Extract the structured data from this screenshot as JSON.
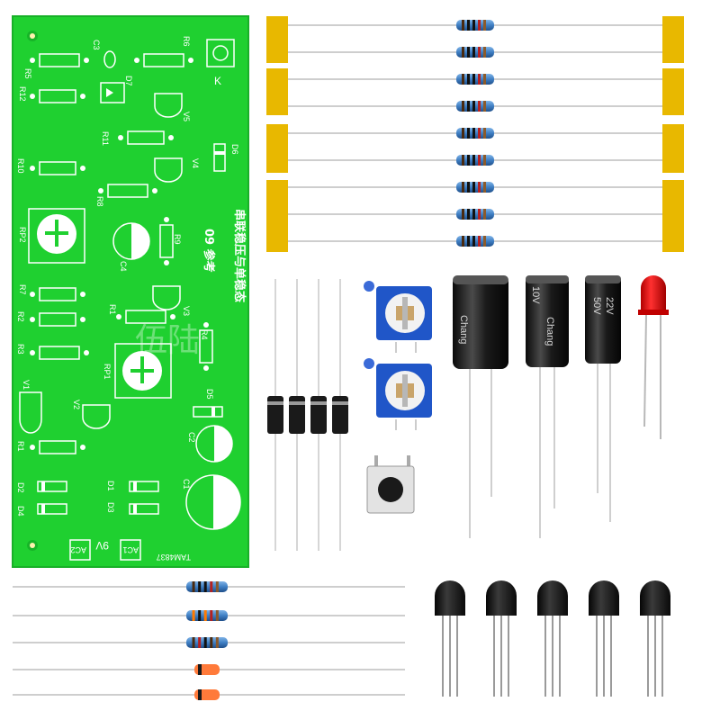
{
  "pcb": {
    "title_cn": "串联稳压与单稳态",
    "subtitle": "09 参考",
    "part_number": "TAM4837",
    "voltage": "9V",
    "key_label": "K",
    "refs": [
      "R5",
      "C3",
      "R6",
      "R12",
      "D7",
      "V5",
      "R11",
      "D6",
      "R10",
      "V4",
      "R8",
      "RP2",
      "C4",
      "R9",
      "R7",
      "V3",
      "R2",
      "R1",
      "R4",
      "R3",
      "RP1",
      "V1",
      "V2",
      "D5",
      "C2",
      "R1",
      "D2",
      "D1",
      "C1",
      "D4",
      "D3",
      "AC2",
      "AC1"
    ]
  },
  "watermark": "伍陆",
  "capacitor_prints": {
    "brand": "Chang",
    "rating_a": "10V",
    "rating_b": "22V",
    "rating_c": "50V"
  },
  "components": {
    "resistor_count_top": 9,
    "resistor_count_bottom": 3,
    "diode_count_bottom": 2,
    "rectifier_diode_count": 4,
    "trimmer_count": 2,
    "electrolytic_count": 3,
    "led_count": 1,
    "button_count": 1,
    "transistor_count": 5
  }
}
